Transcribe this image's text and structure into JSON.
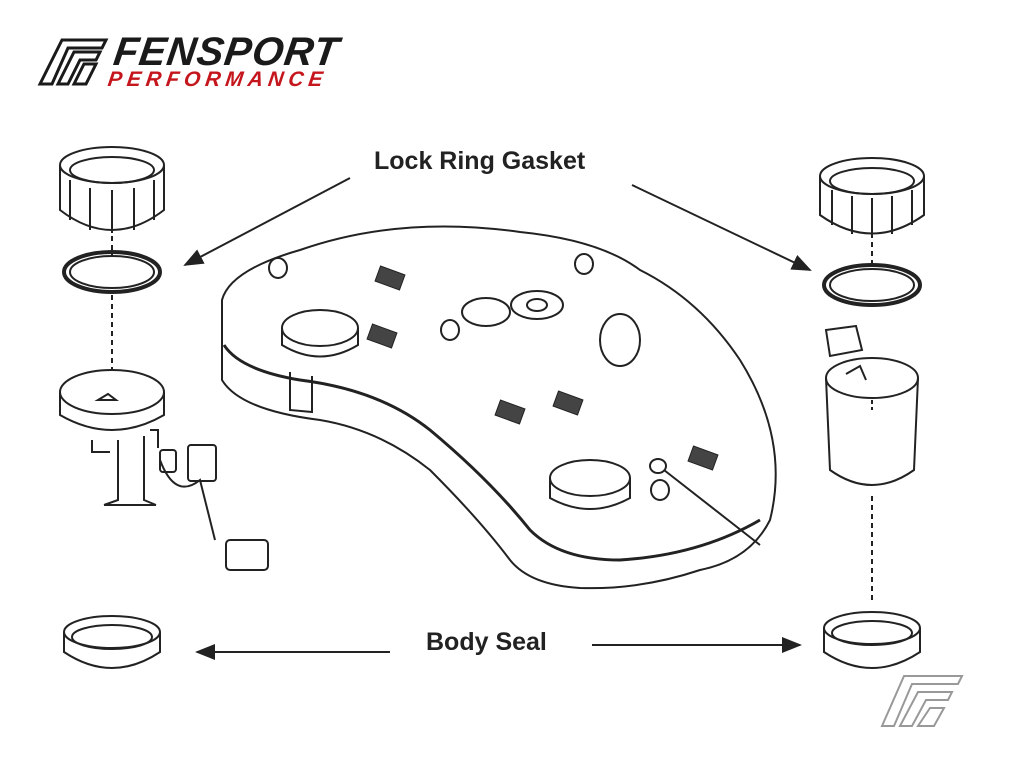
{
  "logo": {
    "brand": "FENSPORT",
    "tagline": "PERFORMANCE",
    "brand_color": "#1a1a1a",
    "accent_color": "#c4161c"
  },
  "labels": {
    "lock_ring_gasket": "Lock Ring Gasket",
    "body_seal": "Body Seal"
  }
}
